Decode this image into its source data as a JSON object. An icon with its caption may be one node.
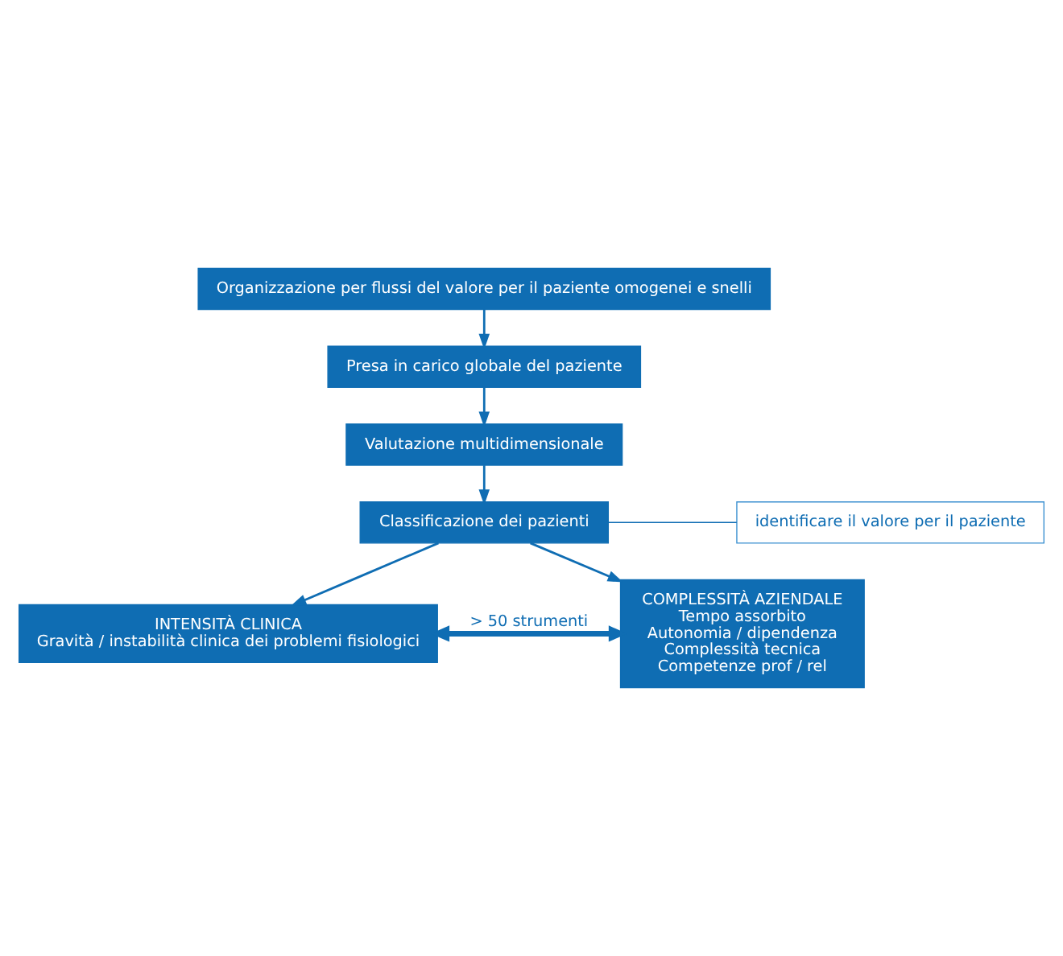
{
  "diagram": {
    "nodes": [
      {
        "text": [
          "Organizzazione per flussi del valore per il paziente omogenei e snelli"
        ]
      },
      {
        "text": [
          "Presa in carico globale del paziente"
        ]
      },
      {
        "text": [
          "Valutazione multidimensionale"
        ]
      },
      {
        "text": [
          "Classificazione dei pazienti"
        ]
      },
      {
        "text": [
          "identificare il valore per il paziente"
        ]
      },
      {
        "text": [
          "INTENSITÀ CLINICA",
          "Gravità / instabilità clinica dei problemi fisiologici"
        ]
      },
      {
        "text": [
          "COMPLESSITÀ AZIENDALE",
          "Tempo assorbito",
          "Autonomia / dipendenza",
          "Complessità tecnica",
          "Competenze prof / rel"
        ]
      }
    ],
    "edges": [
      {
        "from": 0,
        "to": 1,
        "arrow": "to"
      },
      {
        "from": 1,
        "to": 2,
        "arrow": "to"
      },
      {
        "from": 2,
        "to": 3,
        "arrow": "to"
      },
      {
        "from": 3,
        "to": 5,
        "arrow": "to"
      },
      {
        "from": 3,
        "to": 6,
        "arrow": "to"
      },
      {
        "from": 4,
        "to": 3,
        "arrow": "none"
      },
      {
        "from": 5,
        "to": 6,
        "arrow": "both",
        "label": "> 50 strumenti",
        "style": "thick"
      }
    ]
  }
}
